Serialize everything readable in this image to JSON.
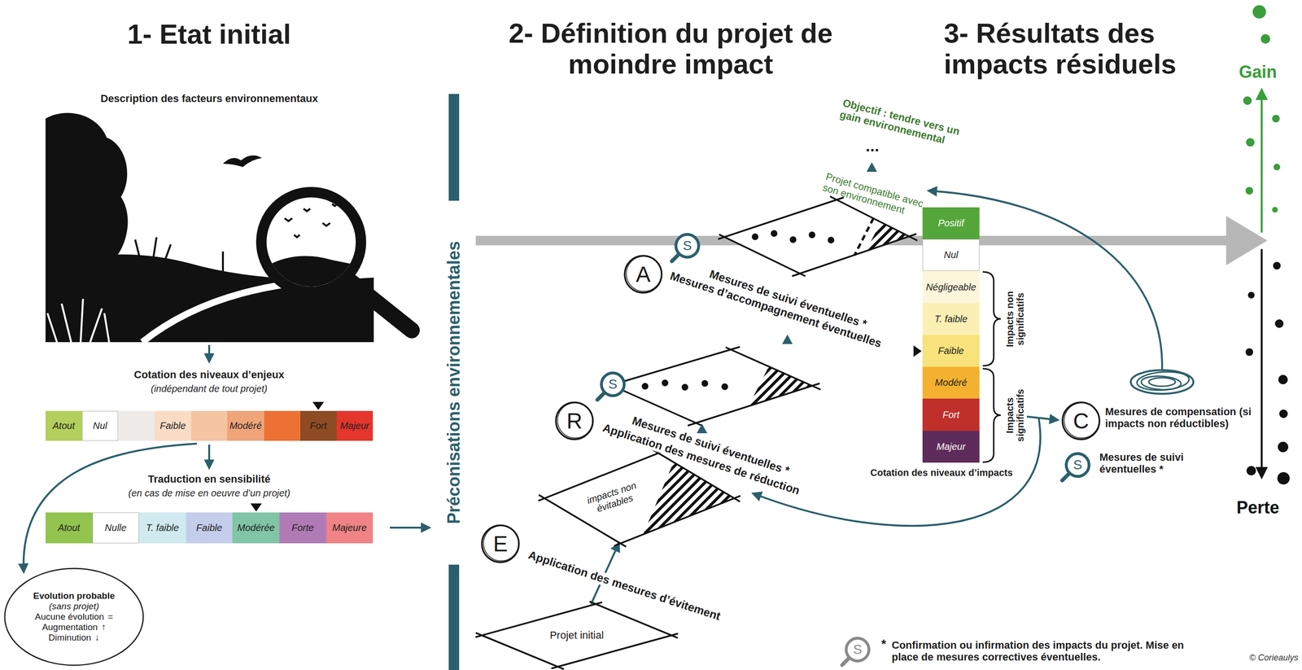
{
  "diagram": {
    "nodes": [
      {
        "text": [
          "Atout"
        ]
      },
      {
        "text": [
          "Nul"
        ]
      },
      {
        "text": [
          "Faible"
        ]
      },
      {
        "text": [
          "Modéré"
        ]
      },
      {
        "text": [
          "Fort"
        ]
      },
      {
        "text": [
          "Majeur"
        ]
      },
      {
        "text": [
          "Atout"
        ]
      },
      {
        "text": [
          "Nulle"
        ]
      },
      {
        "text": [
          "T. faible"
        ]
      },
      {
        "text": [
          "Faible"
        ]
      },
      {
        "text": [
          "Modérée"
        ]
      },
      {
        "text": [
          "Forte"
        ]
      },
      {
        "text": [
          "Majeure"
        ]
      },
      {
        "text": [
          "Evolution probable",
          "(sans projet)",
          "Aucune évolution",
          "=",
          "Augmentation",
          "↑",
          "Diminution",
          "↓"
        ]
      },
      {
        "text": [
          "Projet initial"
        ]
      },
      {
        "text": [
          "E"
        ]
      },
      {
        "text": [
          "impacts non évitables"
        ]
      },
      {
        "text": [
          "R"
        ]
      },
      {
        "text": [
          "S"
        ]
      },
      {
        "text": [
          "A"
        ]
      },
      {
        "text": [
          "S"
        ]
      },
      {
        "text": [
          "Positif"
        ]
      },
      {
        "text": [
          "Nul"
        ]
      },
      {
        "text": [
          "Négligeable"
        ]
      },
      {
        "text": [
          "T. faible"
        ]
      },
      {
        "text": [
          "Faible"
        ]
      },
      {
        "text": [
          "Modéré"
        ]
      },
      {
        "text": [
          "Fort"
        ]
      },
      {
        "text": [
          "Majeur"
        ]
      },
      {
        "text": [
          "C"
        ]
      },
      {
        "text": [
          "S"
        ]
      },
      {
        "text": [
          "S"
        ]
      }
    ],
    "edges": [
      {
        "from": 14,
        "to": 16,
        "arrow": "to"
      }
    ],
    "labels": [
      "1- Etat initial",
      "2- Définition du projet de moindre impact",
      "3- Résultats des impacts résiduels",
      "Description des facteurs environnementaux",
      "Cotation des niveaux d’enjeux",
      "(indépendant de tout projet)",
      "Traduction en sensibilité",
      "(en cas de mise en oeuvre d’un projet)",
      "Préconisations environnementales",
      "Application des mesures d’évitement",
      "Application des mesures de réduction",
      "Mesures de suivi éventuelles *",
      "Mesures d’accompagnement éventuelles",
      "Mesures de suivi éventuelles *",
      "Projet compatible avec son environnement",
      "Objectif : tendre vers un gain environnemental",
      "...",
      "Impacts non significatifs",
      "Impacts significatifs",
      "Cotation des niveaux d’impacts",
      "Mesures de compensation (si impacts non réductibles)",
      "Mesures de suivi éventuelles *",
      "*",
      "Confirmation ou infirmation des impacts du projet. Mise en place de mesures correctives éventuelles.",
      "Gain",
      "Perte",
      "© Corieaulys"
    ]
  }
}
